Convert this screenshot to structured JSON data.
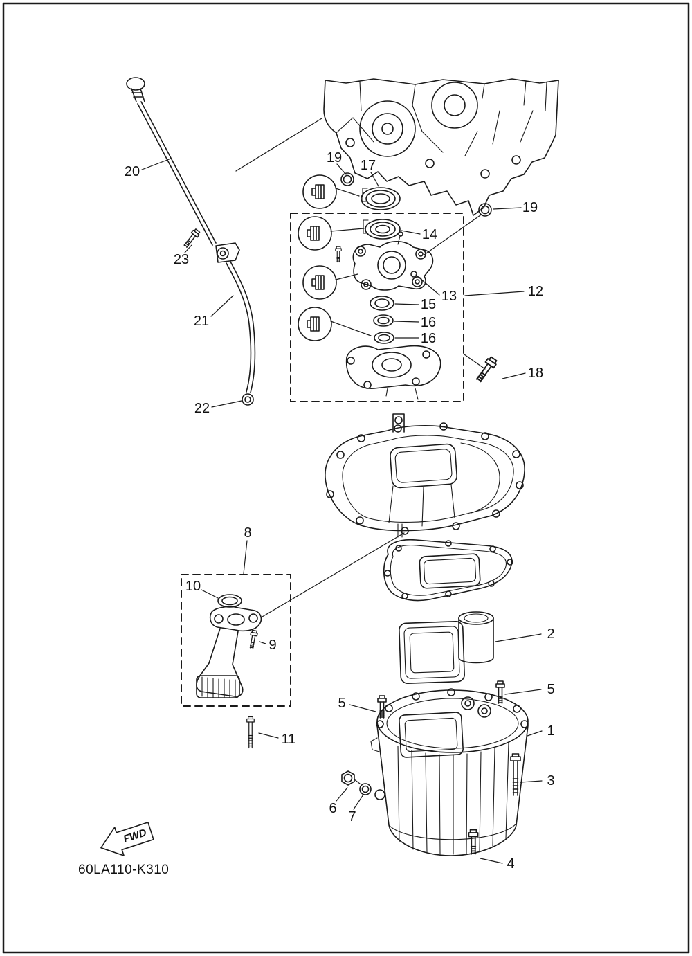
{
  "page": {
    "part_code": "60LA110-K310",
    "fwd_label": "FWD"
  },
  "colors": {
    "line": "#1a1a1a",
    "background": "#ffffff"
  },
  "callouts": {
    "c1": "1",
    "c2": "2",
    "c3": "3",
    "c4": "4",
    "c5a": "5",
    "c5b": "5",
    "c6": "6",
    "c7": "7",
    "c8": "8",
    "c9": "9",
    "c10": "10",
    "c11": "11",
    "c12": "12",
    "c13": "13",
    "c14": "14",
    "c15": "15",
    "c16a": "16",
    "c16b": "16",
    "c17": "17",
    "c18": "18",
    "c19a": "19",
    "c19b": "19",
    "c20": "20",
    "c21": "21",
    "c22": "22",
    "c23": "23"
  }
}
